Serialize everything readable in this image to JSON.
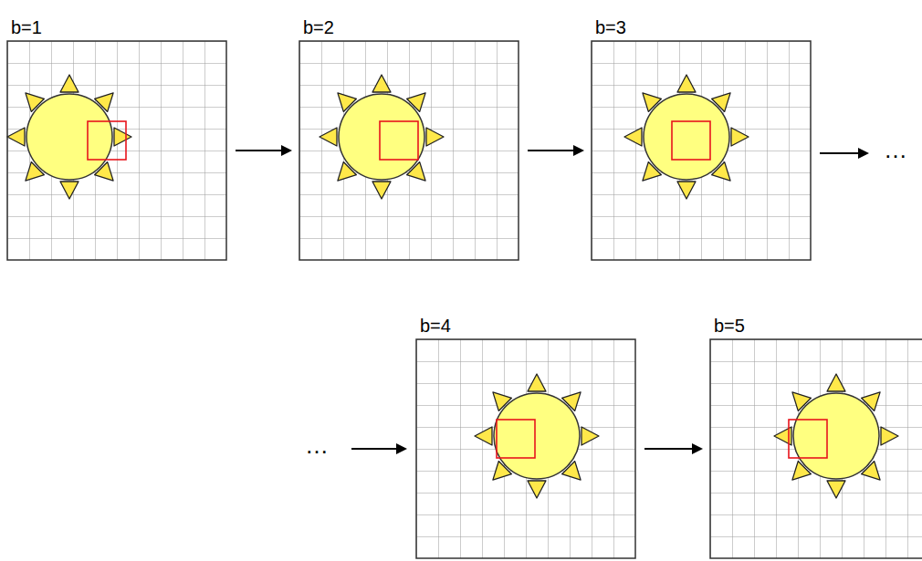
{
  "diagram": {
    "nodes": [
      {
        "text": [
          "b=1"
        ]
      },
      {
        "text": [
          "b=2"
        ]
      },
      {
        "text": [
          "b=3"
        ]
      },
      {
        "text": [
          "b=4"
        ]
      },
      {
        "text": [
          "b=5"
        ]
      }
    ],
    "edges": [
      {
        "from": 0,
        "to": 1,
        "arrow": "to"
      },
      {
        "from": 1,
        "to": 2,
        "arrow": "to"
      },
      {
        "from": 3,
        "to": 4,
        "arrow": "to"
      }
    ],
    "labels": [
      "…",
      "…"
    ]
  }
}
